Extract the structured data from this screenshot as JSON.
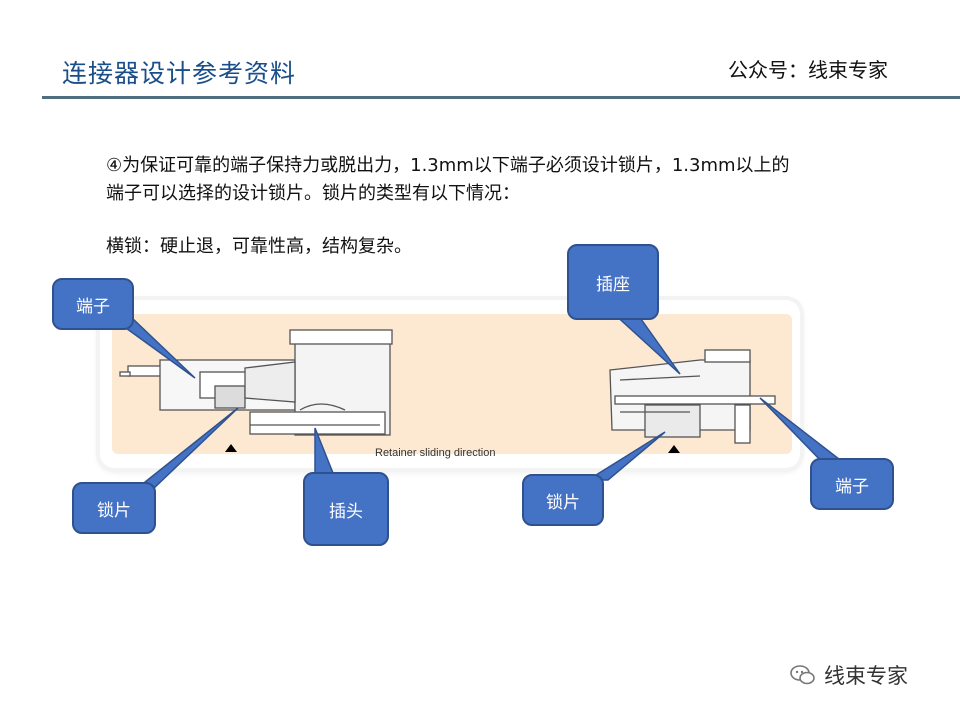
{
  "header": {
    "title": "连接器设计参考资料",
    "account": "公众号：线束专家"
  },
  "body": {
    "paragraph_line1": "④为保证可靠的端子保持力或脱出力，1.3mm以下端子必须设计锁片，1.3mm以上的",
    "paragraph_line2": "端子可以选择的设计锁片。锁片的类型有以下情况：",
    "lock_type": "横锁：硬止退，可靠性高，结构复杂。"
  },
  "diagram": {
    "retainer_text": "Retainer sliding direction"
  },
  "callouts": {
    "left_terminal": "端子",
    "left_lock": "锁片",
    "plug": "插头",
    "socket": "插座",
    "right_terminal": "端子",
    "right_lock": "锁片"
  },
  "watermark": {
    "text": "线束专家"
  },
  "colors": {
    "callout_fill": "#4472c4",
    "callout_border": "#2f528f",
    "title": "#1a4e8a",
    "panel_tint": "#fde9d2"
  }
}
